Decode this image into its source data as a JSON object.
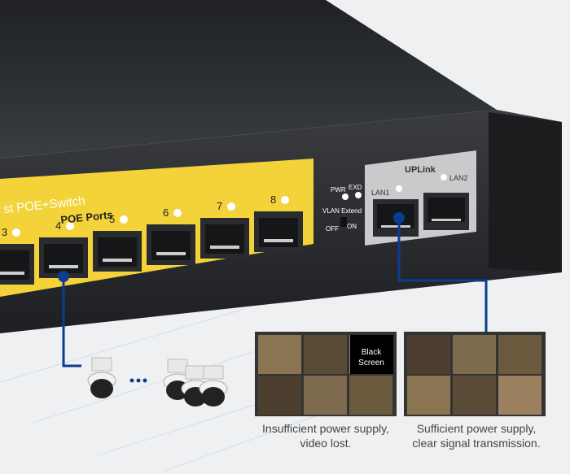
{
  "switch": {
    "model_text": "st POE+Switch",
    "poe_label": "POE Ports",
    "port_numbers": [
      "3",
      "4",
      "5",
      "6",
      "7",
      "8"
    ],
    "pwr_label": "PWR",
    "exd_label": "EXD",
    "vlan_label": "VLAN Extend",
    "off_label": "OFF",
    "on_label": "ON",
    "uplink_label": "UPLink",
    "lan1_label": "LAN1",
    "lan2_label": "LAN2"
  },
  "monitors": {
    "left_overlay": "Black Screen",
    "left_caption_1": "Insufficient power supply,",
    "left_caption_2": "video lost.",
    "right_caption_1": "Sufficient power supply,",
    "right_caption_2": "clear signal transmission."
  },
  "colors": {
    "yellow": "#f4d33a",
    "cable": "#0b3d91",
    "body": "#2d2f32"
  }
}
